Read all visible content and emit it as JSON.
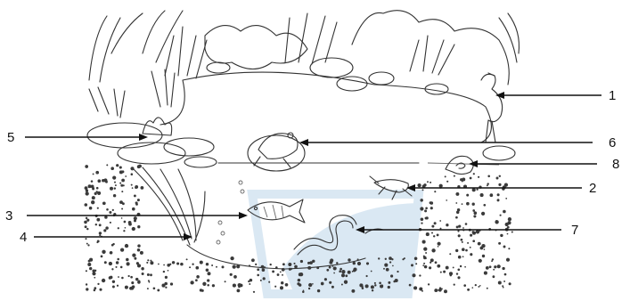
{
  "diagram": {
    "labels": {
      "l1": "1",
      "l2": "2",
      "l3": "3",
      "l4": "4",
      "l5": "5",
      "l6": "6",
      "l7": "7",
      "l8": "8"
    },
    "colors": {
      "ink": "#111111",
      "watermark": "#bcd6ea"
    }
  }
}
